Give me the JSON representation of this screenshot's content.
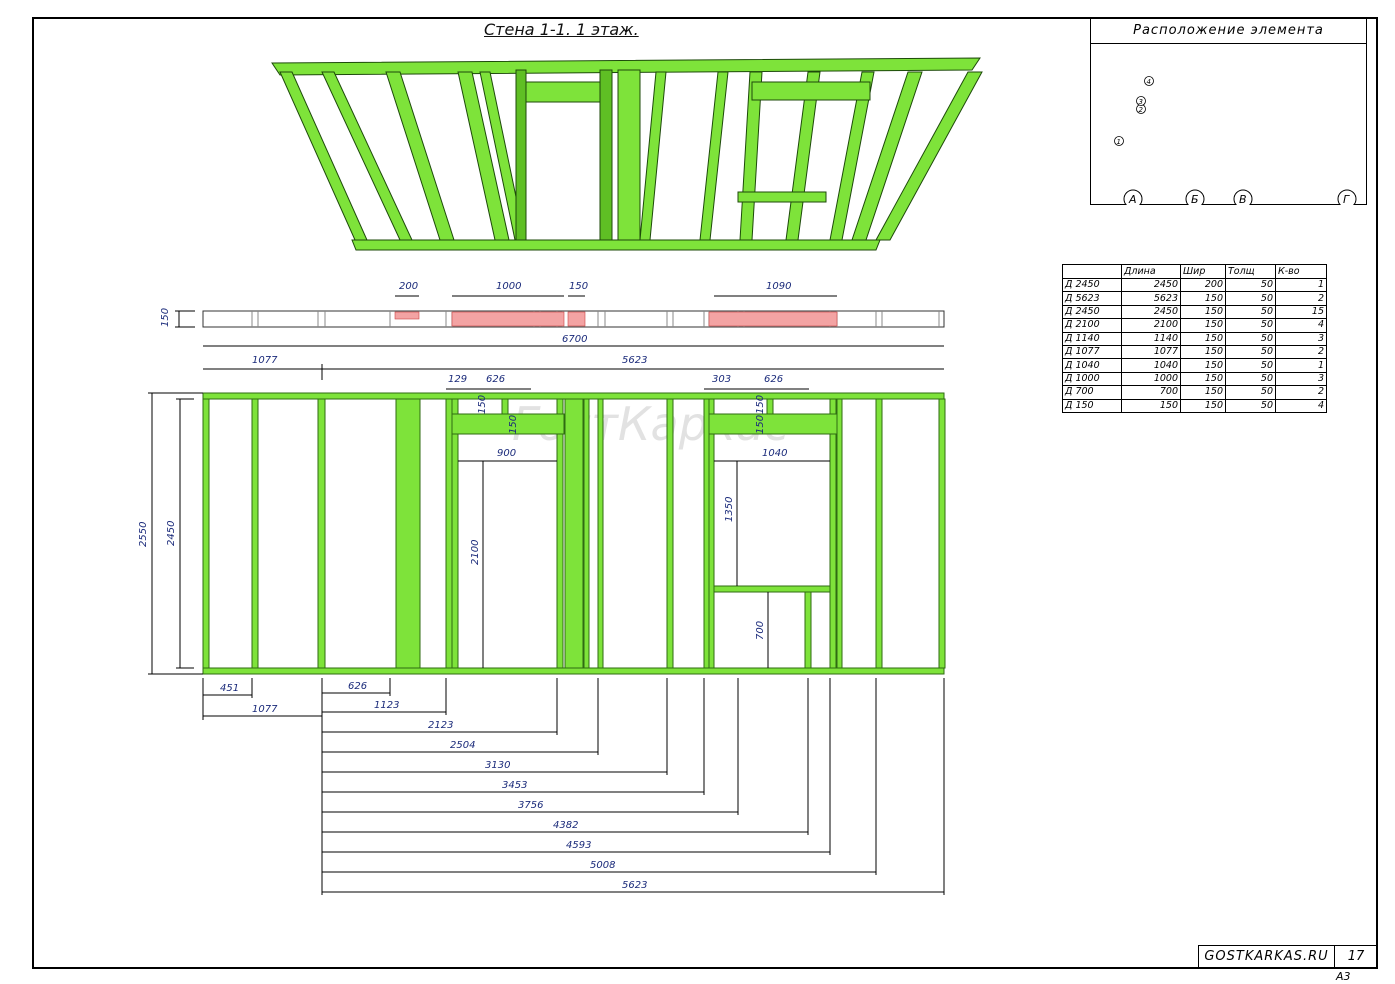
{
  "title": "Стена 1-1.    1 этаж.",
  "location": {
    "title": "Расположение элемента",
    "callouts": [
      "1",
      "2",
      "3",
      "4"
    ],
    "axes": [
      "А",
      "Б",
      "В",
      "Г"
    ]
  },
  "watermark": "ГостКаркас",
  "plan_strip": {
    "thickness_label": "150",
    "total_label": "6700",
    "openings": [
      "200",
      "1000",
      "150",
      "1090"
    ]
  },
  "elevation": {
    "top_dims": [
      "1077",
      "5623"
    ],
    "door_top_dims": [
      "129",
      "626"
    ],
    "window_top_dims": [
      "303",
      "626"
    ],
    "header_dims": [
      "150",
      "150",
      "150",
      "150"
    ],
    "door_width": "900",
    "window_width": "1040",
    "door_height": "2100",
    "window_height": "1350",
    "sill_height": "700",
    "left_dims": [
      "2550",
      "2450"
    ],
    "bottom_dims": [
      "451",
      "1077",
      "626",
      "1123",
      "2123",
      "2504",
      "3130",
      "3453",
      "3756",
      "4382",
      "4593",
      "5008",
      "5623"
    ]
  },
  "spec_table": {
    "headers": [
      "",
      "Длина",
      "Шир",
      "Толщ",
      "К-во"
    ],
    "rows": [
      [
        "Д  2450",
        "2450",
        "200",
        "50",
        "1"
      ],
      [
        "Д  5623",
        "5623",
        "150",
        "50",
        "2"
      ],
      [
        "Д  2450",
        "2450",
        "150",
        "50",
        "15"
      ],
      [
        "Д  2100",
        "2100",
        "150",
        "50",
        "4"
      ],
      [
        "Д  1140",
        "1140",
        "150",
        "50",
        "3"
      ],
      [
        "Д  1077",
        "1077",
        "150",
        "50",
        "2"
      ],
      [
        "Д  1040",
        "1040",
        "150",
        "50",
        "1"
      ],
      [
        "Д  1000",
        "1000",
        "150",
        "50",
        "3"
      ],
      [
        "Д  700",
        "700",
        "150",
        "50",
        "2"
      ],
      [
        "Д  150",
        "150",
        "150",
        "50",
        "4"
      ]
    ]
  },
  "stamp": {
    "site": "GOSTKARKAS.RU",
    "page": "17",
    "format": "А3"
  },
  "colors": {
    "timber": "#7ee33a",
    "timber_dark": "#2f6b12",
    "plan_highlight": "#f3a3a3",
    "dim_text": "#1a2a7a"
  }
}
